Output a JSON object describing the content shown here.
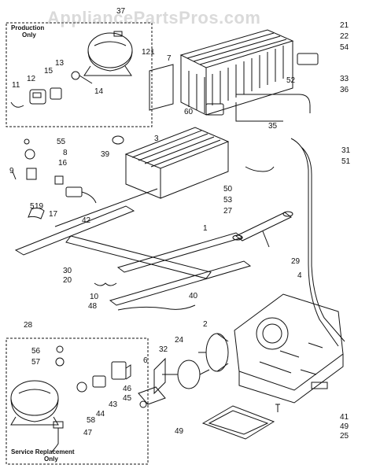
{
  "watermark": "AppliancePartsPros.com",
  "production_box": {
    "line1": "Production",
    "line2": "Only"
  },
  "service_box": {
    "line1": "Service Replacement",
    "line2": "Only"
  },
  "callouts": {
    "c37": "37",
    "c21": "21",
    "c22": "22",
    "c54": "54",
    "c121": "121",
    "c7": "7",
    "c13": "13",
    "c12": "12",
    "c15": "15",
    "c14": "14",
    "c11": "11",
    "c52": "52",
    "c33": "33",
    "c36": "36",
    "c60": "60",
    "c35": "35",
    "c55": "55",
    "c8": "8",
    "c16": "16",
    "c9": "9",
    "c39": "39",
    "c3": "3",
    "c31": "31",
    "c51": "51",
    "c19": "19",
    "c17": "17",
    "c42": "42",
    "c5": "5",
    "c50": "50",
    "c53": "53",
    "c27": "27",
    "c1": "1",
    "c30": "30",
    "c20": "20",
    "c29": "29",
    "c4": "4",
    "c10": "10",
    "c48": "48",
    "c40": "40",
    "c28": "28",
    "c56": "56",
    "c57": "57",
    "c58": "58",
    "c32": "32",
    "c24": "24",
    "c2": "2",
    "c6": "6",
    "c46": "46",
    "c45": "45",
    "c44": "44",
    "c43": "43",
    "c47": "47",
    "c49a": "49",
    "c41": "41",
    "c49b": "49",
    "c25": "25"
  }
}
